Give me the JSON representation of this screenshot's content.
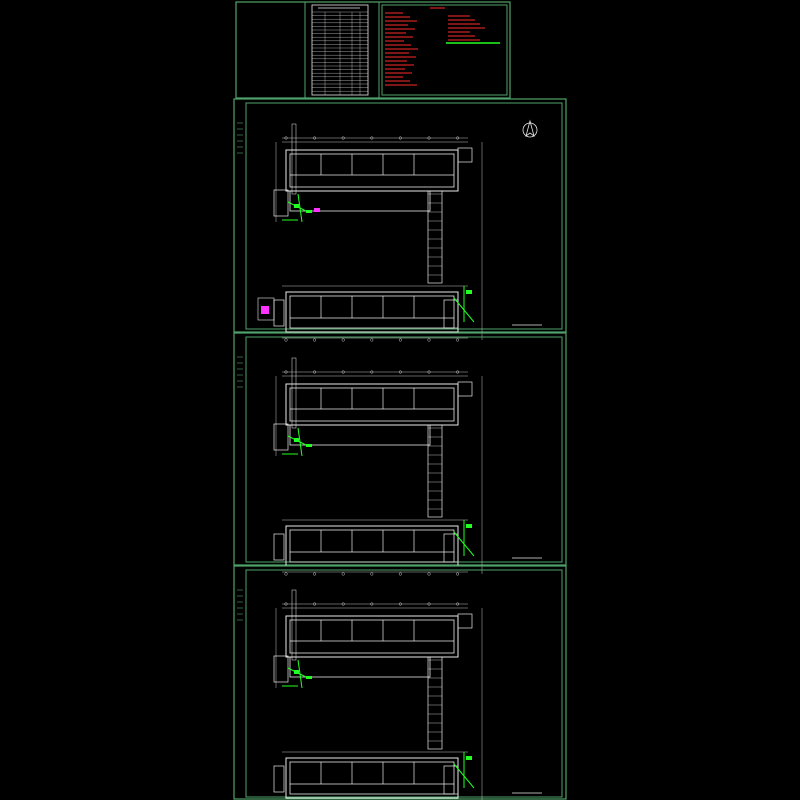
{
  "drawing_set": {
    "background": "#000000",
    "colors": {
      "frame_green": "#4fa36b",
      "wall_white": "#e8e8e8",
      "dim_line": "#bfbfbf",
      "annotation_red": "#ff2a2a",
      "pipe_green": "#22ff22",
      "magenta": "#ff33ff",
      "label_white": "#ffffff"
    }
  },
  "sheets": [
    {
      "id": "sheet-1",
      "has_north_arrow": true,
      "has_key_plan": true
    },
    {
      "id": "sheet-2",
      "has_north_arrow": false,
      "has_key_plan": false
    },
    {
      "id": "sheet-3",
      "has_north_arrow": false,
      "has_key_plan": false
    }
  ],
  "icons": {
    "north_arrow": "north-arrow-icon",
    "key_plan": "key-plan-icon"
  }
}
